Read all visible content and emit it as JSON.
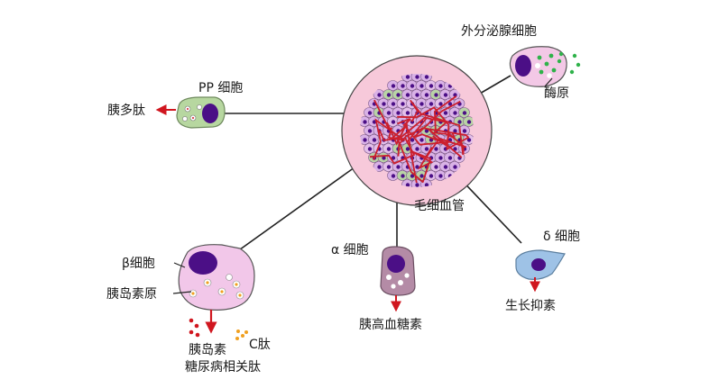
{
  "labels": {
    "exocrine_cell": "外分泌腺细胞",
    "zymogen": "酶原",
    "pp_cell": "PP 细胞",
    "pancreatic_polypeptide": "胰多肽",
    "capillary": "毛细血管",
    "beta_cell": "β细胞",
    "proinsulin": "胰岛素原",
    "insulin": "胰岛素",
    "c_peptide": "C肽",
    "amylin": "糖尿病相关肽",
    "alpha_cell": "α 细胞",
    "glucagon": "胰高血糖素",
    "delta_cell": "δ 细胞",
    "somatostatin": "生长抑素"
  },
  "colors": {
    "islet_outer": "#f7c9da",
    "islet_cells": "#d9b2e6",
    "nucleus": "#4b0f86",
    "capillary": "#cc1f2d",
    "pp_cell": "#b7d7a0",
    "beta_cell": "#f2c7e9",
    "alpha_cell": "#b48ba6",
    "delta_cell": "#9ec2e6",
    "arrow": "#d0161f",
    "zymogen_dot": "#2fb24a",
    "c_peptide_dot": "#f0a020"
  }
}
